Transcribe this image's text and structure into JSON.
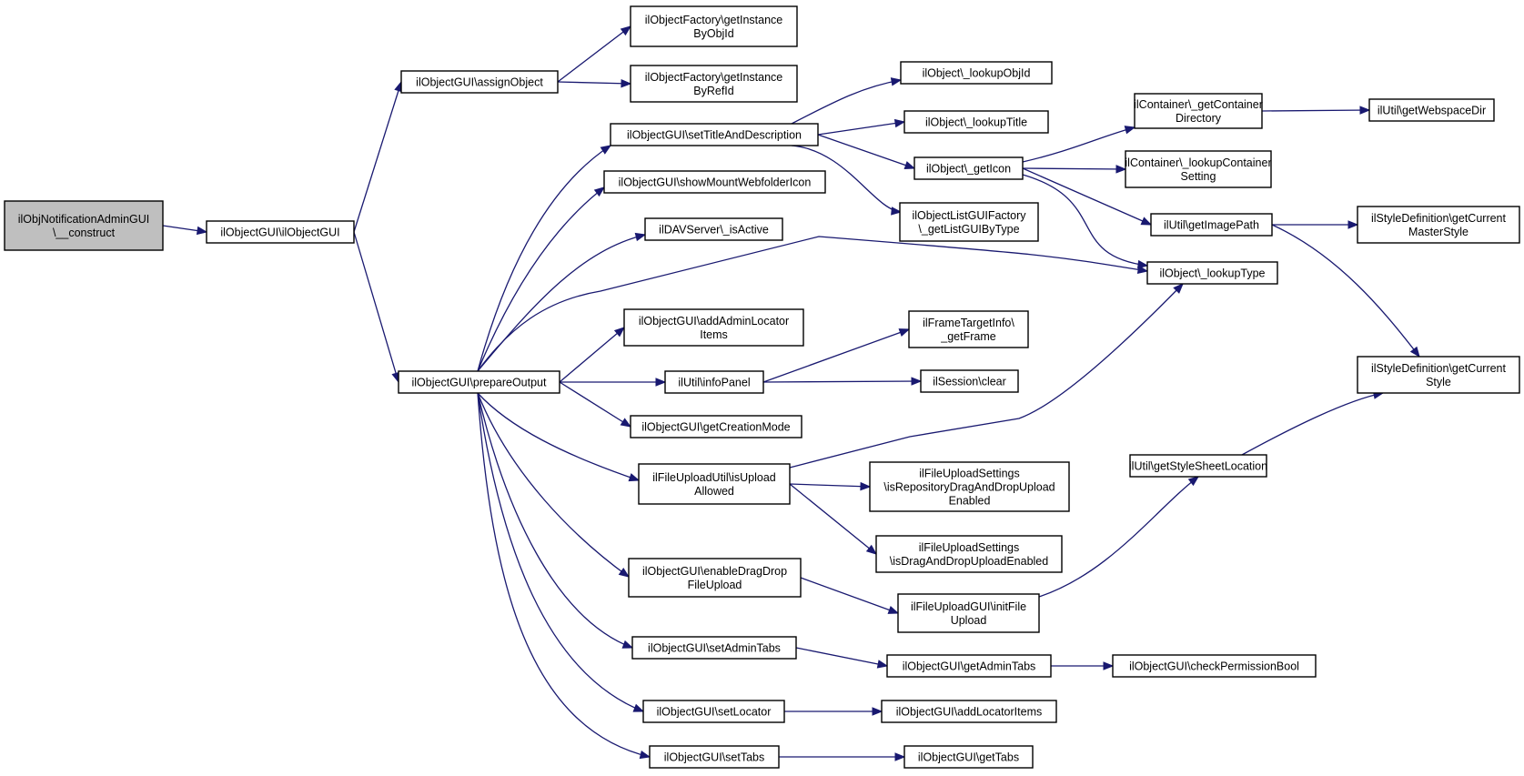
{
  "diagram": {
    "type": "call-graph",
    "nodes": [
      {
        "id": "root",
        "lines": [
          "ilObjNotificationAdminGUI",
          "\\__construct"
        ],
        "highlighted": true
      },
      {
        "id": "ctor",
        "lines": [
          "ilObjectGUI\\ilObjectGUI"
        ]
      },
      {
        "id": "assign",
        "lines": [
          "ilObjectGUI\\assignObject"
        ]
      },
      {
        "id": "getinst_obj",
        "lines": [
          "ilObjectFactory\\getInstance",
          "ByObjId"
        ]
      },
      {
        "id": "getinst_ref",
        "lines": [
          "ilObjectFactory\\getInstance",
          "ByRefId"
        ]
      },
      {
        "id": "prepare",
        "lines": [
          "ilObjectGUI\\prepareOutput"
        ]
      },
      {
        "id": "settitle",
        "lines": [
          "ilObjectGUI\\setTitleAndDescription"
        ]
      },
      {
        "id": "mount",
        "lines": [
          "ilObjectGUI\\showMountWebfolderIcon"
        ]
      },
      {
        "id": "dav",
        "lines": [
          "ilDAVServer\\_isActive"
        ]
      },
      {
        "id": "adminloc",
        "lines": [
          "ilObjectGUI\\addAdminLocator",
          "Items"
        ]
      },
      {
        "id": "infopanel",
        "lines": [
          "ilUtil\\infoPanel"
        ]
      },
      {
        "id": "creation",
        "lines": [
          "ilObjectGUI\\getCreationMode"
        ]
      },
      {
        "id": "upload",
        "lines": [
          "ilFileUploadUtil\\isUpload",
          "Allowed"
        ]
      },
      {
        "id": "enabledd",
        "lines": [
          "ilObjectGUI\\enableDragDrop",
          "FileUpload"
        ]
      },
      {
        "id": "setadmintabs",
        "lines": [
          "ilObjectGUI\\setAdminTabs"
        ]
      },
      {
        "id": "setlocator",
        "lines": [
          "ilObjectGUI\\setLocator"
        ]
      },
      {
        "id": "settabs",
        "lines": [
          "ilObjectGUI\\setTabs"
        ]
      },
      {
        "id": "lookupobjid",
        "lines": [
          "ilObject\\_lookupObjId"
        ]
      },
      {
        "id": "lookuptitle",
        "lines": [
          "ilObject\\_lookupTitle"
        ]
      },
      {
        "id": "geticon",
        "lines": [
          "ilObject\\_getIcon"
        ]
      },
      {
        "id": "listgui",
        "lines": [
          "ilObjectListGUIFactory",
          "\\_getListGUIByType"
        ]
      },
      {
        "id": "lookuptype",
        "lines": [
          "ilObject\\_lookupType"
        ]
      },
      {
        "id": "frame",
        "lines": [
          "ilFrameTargetInfo\\",
          "_getFrame"
        ]
      },
      {
        "id": "session",
        "lines": [
          "ilSession\\clear"
        ]
      },
      {
        "id": "repodd",
        "lines": [
          "ilFileUploadSettings",
          "\\isRepositoryDragAndDropUpload",
          "Enabled"
        ]
      },
      {
        "id": "ddenabled",
        "lines": [
          "ilFileUploadSettings",
          "\\isDragAndDropUploadEnabled"
        ]
      },
      {
        "id": "initupload",
        "lines": [
          "ilFileUploadGUI\\initFile",
          "Upload"
        ]
      },
      {
        "id": "getadmintabs",
        "lines": [
          "ilObjectGUI\\getAdminTabs"
        ]
      },
      {
        "id": "addlocitems",
        "lines": [
          "ilObjectGUI\\addLocatorItems"
        ]
      },
      {
        "id": "gettabs",
        "lines": [
          "ilObjectGUI\\getTabs"
        ]
      },
      {
        "id": "contdir",
        "lines": [
          "ilContainer\\_getContainer",
          "Directory"
        ]
      },
      {
        "id": "contsetting",
        "lines": [
          "ilContainer\\_lookupContainer",
          "Setting"
        ]
      },
      {
        "id": "imagepath",
        "lines": [
          "ilUtil\\getImagePath"
        ]
      },
      {
        "id": "stylesheet",
        "lines": [
          "ilUtil\\getStyleSheetLocation"
        ]
      },
      {
        "id": "checkperm",
        "lines": [
          "ilObjectGUI\\checkPermissionBool"
        ]
      },
      {
        "id": "webspace",
        "lines": [
          "ilUtil\\getWebspaceDir"
        ]
      },
      {
        "id": "masterstyle",
        "lines": [
          "ilStyleDefinition\\getCurrent",
          "MasterStyle"
        ]
      },
      {
        "id": "curstyle",
        "lines": [
          "ilStyleDefinition\\getCurrent",
          "Style"
        ]
      }
    ],
    "edges": [
      [
        "root",
        "ctor"
      ],
      [
        "ctor",
        "assign"
      ],
      [
        "ctor",
        "prepare"
      ],
      [
        "assign",
        "getinst_obj"
      ],
      [
        "assign",
        "getinst_ref"
      ],
      [
        "prepare",
        "settitle"
      ],
      [
        "prepare",
        "mount"
      ],
      [
        "prepare",
        "dav"
      ],
      [
        "prepare",
        "lookuptype"
      ],
      [
        "prepare",
        "adminloc"
      ],
      [
        "prepare",
        "infopanel"
      ],
      [
        "prepare",
        "creation"
      ],
      [
        "prepare",
        "upload"
      ],
      [
        "prepare",
        "enabledd"
      ],
      [
        "prepare",
        "setadmintabs"
      ],
      [
        "prepare",
        "setlocator"
      ],
      [
        "prepare",
        "settabs"
      ],
      [
        "settitle",
        "lookupobjid"
      ],
      [
        "settitle",
        "lookuptitle"
      ],
      [
        "settitle",
        "geticon"
      ],
      [
        "settitle",
        "listgui"
      ],
      [
        "geticon",
        "contdir"
      ],
      [
        "geticon",
        "contsetting"
      ],
      [
        "geticon",
        "imagepath"
      ],
      [
        "geticon",
        "lookuptype"
      ],
      [
        "contdir",
        "webspace"
      ],
      [
        "imagepath",
        "masterstyle"
      ],
      [
        "imagepath",
        "curstyle"
      ],
      [
        "infopanel",
        "frame"
      ],
      [
        "infopanel",
        "session"
      ],
      [
        "upload",
        "lookuptype"
      ],
      [
        "upload",
        "repodd"
      ],
      [
        "upload",
        "ddenabled"
      ],
      [
        "enabledd",
        "initupload"
      ],
      [
        "initupload",
        "stylesheet"
      ],
      [
        "stylesheet",
        "curstyle"
      ],
      [
        "setadmintabs",
        "getadmintabs"
      ],
      [
        "getadmintabs",
        "checkperm"
      ],
      [
        "setlocator",
        "addlocitems"
      ],
      [
        "settabs",
        "gettabs"
      ]
    ]
  }
}
